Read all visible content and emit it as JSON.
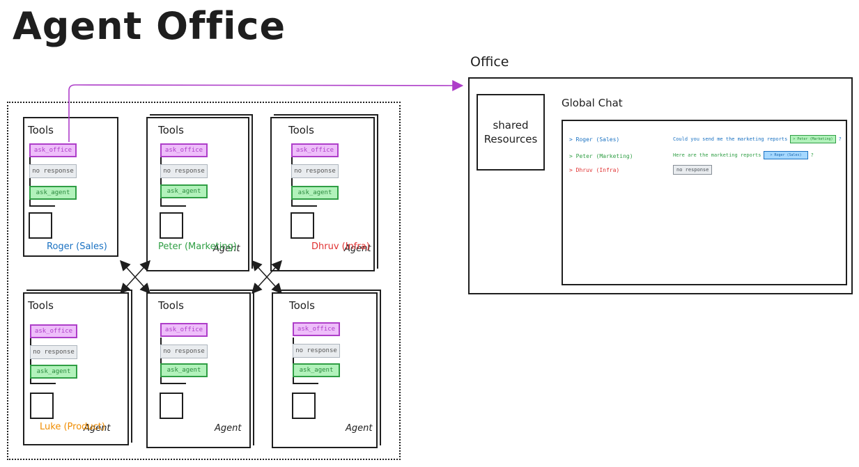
{
  "title": "Agent Office",
  "office": {
    "label": "Office",
    "shared_resources": "shared\nResources",
    "global_chat": {
      "title": "Global Chat",
      "rows": [
        {
          "user": "> Roger (Sales)",
          "user_color": "#1971c2",
          "message": "Could you send me the marketing reports",
          "message_color": "#1971c2",
          "tag": "> Peter (Marketing)",
          "tag_style": "green",
          "suffix": "?"
        },
        {
          "user": "> Peter (Marketing)",
          "user_color": "#2f9e44",
          "message": "Here are the marketing reports",
          "message_color": "#2f9e44",
          "tag": "> Roger (Sales)",
          "tag_style": "blue",
          "suffix": "?"
        },
        {
          "user": "> Dhruv (Infra)",
          "user_color": "#e03131",
          "message": "",
          "message_color": "#e03131",
          "tag": "no response",
          "tag_style": "grey",
          "suffix": ""
        }
      ]
    }
  },
  "tools": {
    "label": "Tools",
    "ask_office": "ask_office",
    "no_response": "no response",
    "ask_agent": "ask_agent"
  },
  "agents": [
    {
      "name": "Roger (Sales)",
      "name_color": "#1971c2",
      "tag": ""
    },
    {
      "name": "Peter (Marketing)",
      "name_color": "#2f9e44",
      "tag": "Agent"
    },
    {
      "name": "Dhruv (Infra)",
      "name_color": "#e03131",
      "tag": "Agent"
    },
    {
      "name": "Luke (Product)",
      "name_color": "#f08c00",
      "tag": "Agent"
    },
    {
      "name": "",
      "name_color": "#1e1e1e",
      "tag": "Agent"
    },
    {
      "name": "",
      "name_color": "#1e1e1e",
      "tag": "Agent"
    }
  ],
  "colors": {
    "purple": "#ae3ec9",
    "purple_fill": "#eebefa",
    "green": "#2f9e44",
    "green_fill": "#b2f2bb",
    "grey_fill": "#e9ecef"
  }
}
